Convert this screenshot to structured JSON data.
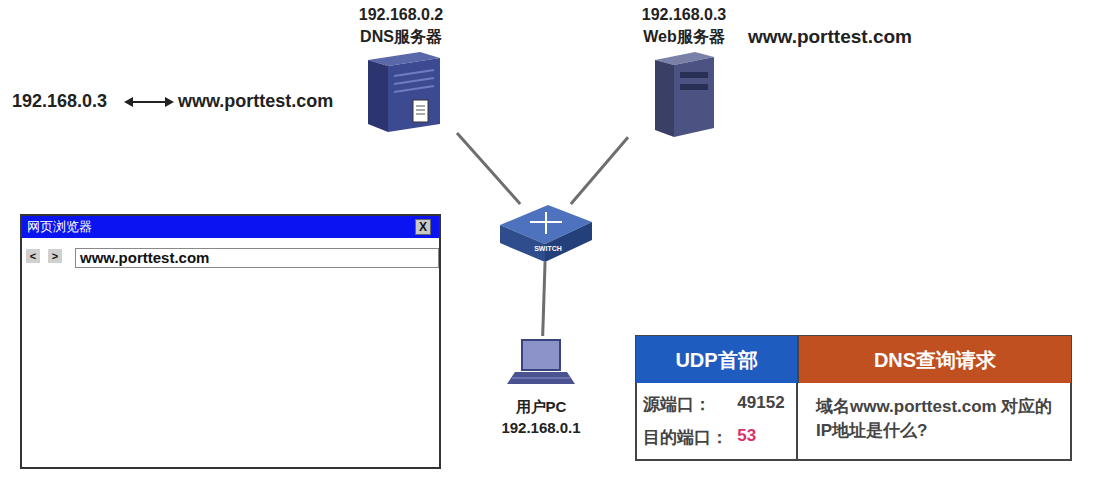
{
  "diagram": {
    "nodes": [
      {
        "text": [
          "192.168.0.2",
          "DNS服务器"
        ]
      },
      {
        "text": [
          "192.168.0.3",
          "Web服务器"
        ]
      },
      {
        "text": [
          "SWITCH"
        ]
      },
      {
        "text": [
          "用户PC",
          "192.168.0.1"
        ]
      },
      {
        "text": [
          "网页浏览器"
        ]
      },
      {
        "text": [
          "www.porttest.com"
        ],
        "in": 4
      },
      {
        "text": [
          "UDP首部"
        ]
      },
      {
        "text": [
          "DNS查询请求"
        ]
      },
      {
        "text": [
          "源端口：",
          "49152",
          "目的端口：",
          "53"
        ]
      },
      {
        "text": [
          "域名www.porttest.com 对应的IP地址是什么?"
        ]
      }
    ],
    "edges": [
      {
        "from": 0,
        "to": 2,
        "arrow": "none"
      },
      {
        "from": 1,
        "to": 2,
        "arrow": "none"
      },
      {
        "from": 2,
        "to": 3,
        "arrow": "none"
      }
    ],
    "labels": [
      "192.168.0.3",
      "www.porttest.com",
      "www.porttest.com",
      "X",
      "<",
      ">"
    ]
  }
}
